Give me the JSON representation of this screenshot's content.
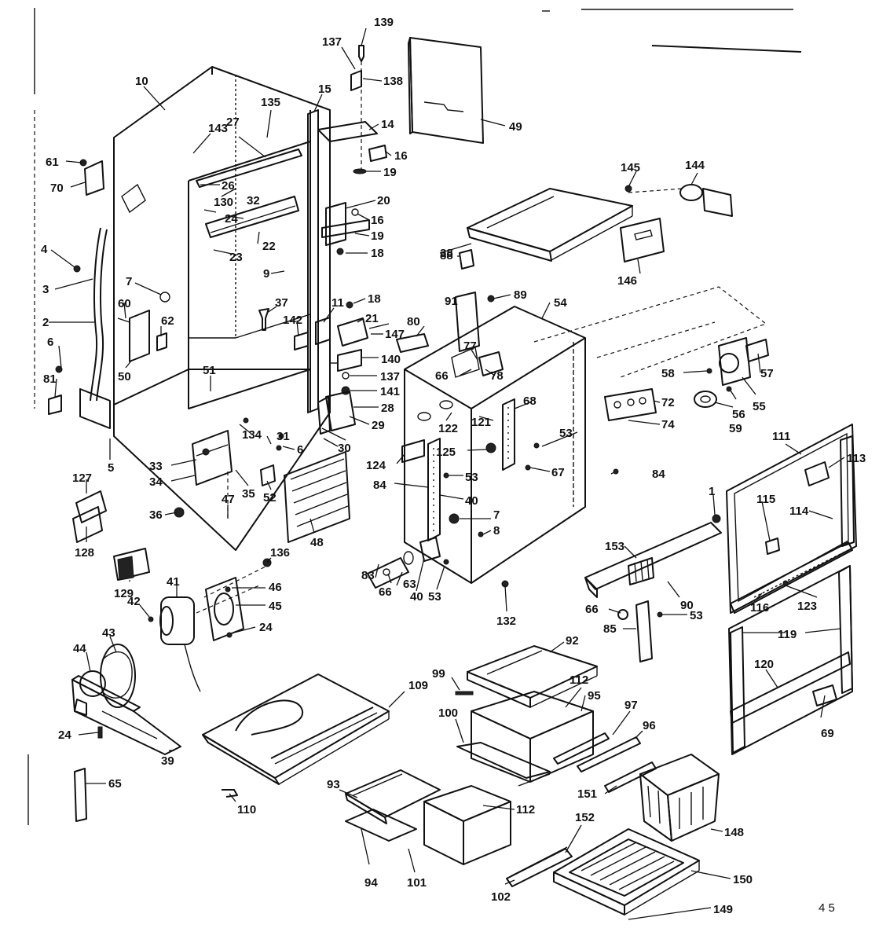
{
  "diagram": {
    "page_number": "4 5",
    "callouts": [
      {
        "id": "c-139",
        "label": "139"
      },
      {
        "id": "c-137a",
        "label": "137"
      },
      {
        "id": "c-138",
        "label": "138"
      },
      {
        "id": "c-10",
        "label": "10"
      },
      {
        "id": "c-15",
        "label": "15"
      },
      {
        "id": "c-14",
        "label": "14"
      },
      {
        "id": "c-16a",
        "label": "16"
      },
      {
        "id": "c-19a",
        "label": "19"
      },
      {
        "id": "c-49",
        "label": "49"
      },
      {
        "id": "c-135",
        "label": "135"
      },
      {
        "id": "c-27",
        "label": "27"
      },
      {
        "id": "c-143",
        "label": "143"
      },
      {
        "id": "c-61",
        "label": "61"
      },
      {
        "id": "c-70",
        "label": "70"
      },
      {
        "id": "c-26",
        "label": "26"
      },
      {
        "id": "c-32",
        "label": "32"
      },
      {
        "id": "c-130",
        "label": "130"
      },
      {
        "id": "c-24a",
        "label": "24"
      },
      {
        "id": "c-22",
        "label": "22"
      },
      {
        "id": "c-23",
        "label": "23"
      },
      {
        "id": "c-20",
        "label": "20"
      },
      {
        "id": "c-16b",
        "label": "16"
      },
      {
        "id": "c-19b",
        "label": "19"
      },
      {
        "id": "c-18a",
        "label": "18"
      },
      {
        "id": "c-38",
        "label": "38"
      },
      {
        "id": "c-145",
        "label": "145"
      },
      {
        "id": "c-144",
        "label": "144"
      },
      {
        "id": "c-146",
        "label": "146"
      },
      {
        "id": "c-4",
        "label": "4"
      },
      {
        "id": "c-3",
        "label": "3"
      },
      {
        "id": "c-7a",
        "label": "7"
      },
      {
        "id": "c-9",
        "label": "9"
      },
      {
        "id": "c-88",
        "label": "88"
      },
      {
        "id": "c-91",
        "label": "91"
      },
      {
        "id": "c-89",
        "label": "89"
      },
      {
        "id": "c-2",
        "label": "2"
      },
      {
        "id": "c-60",
        "label": "60"
      },
      {
        "id": "c-62",
        "label": "62"
      },
      {
        "id": "c-37",
        "label": "37"
      },
      {
        "id": "c-142",
        "label": "142"
      },
      {
        "id": "c-11",
        "label": "11"
      },
      {
        "id": "c-18b",
        "label": "18"
      },
      {
        "id": "c-21",
        "label": "21"
      },
      {
        "id": "c-147",
        "label": "147"
      },
      {
        "id": "c-80",
        "label": "80"
      },
      {
        "id": "c-54",
        "label": "54"
      },
      {
        "id": "c-6a",
        "label": "6"
      },
      {
        "id": "c-50",
        "label": "50"
      },
      {
        "id": "c-81",
        "label": "81"
      },
      {
        "id": "c-140",
        "label": "140"
      },
      {
        "id": "c-137b",
        "label": "137"
      },
      {
        "id": "c-141",
        "label": "141"
      },
      {
        "id": "c-28",
        "label": "28"
      },
      {
        "id": "c-51",
        "label": "51"
      },
      {
        "id": "c-77",
        "label": "77"
      },
      {
        "id": "c-66a",
        "label": "66"
      },
      {
        "id": "c-78",
        "label": "78"
      },
      {
        "id": "c-58",
        "label": "58"
      },
      {
        "id": "c-57",
        "label": "57"
      },
      {
        "id": "c-55",
        "label": "55"
      },
      {
        "id": "c-56",
        "label": "56"
      },
      {
        "id": "c-59",
        "label": "59"
      },
      {
        "id": "c-72",
        "label": "72"
      },
      {
        "id": "c-74",
        "label": "74"
      },
      {
        "id": "c-29",
        "label": "29"
      },
      {
        "id": "c-122",
        "label": "122"
      },
      {
        "id": "c-121",
        "label": "121"
      },
      {
        "id": "c-68",
        "label": "68"
      },
      {
        "id": "c-111",
        "label": "111"
      },
      {
        "id": "c-113",
        "label": "113"
      },
      {
        "id": "c-5",
        "label": "5"
      },
      {
        "id": "c-33",
        "label": "33"
      },
      {
        "id": "c-134",
        "label": "134"
      },
      {
        "id": "c-31",
        "label": "31"
      },
      {
        "id": "c-6b",
        "label": "6"
      },
      {
        "id": "c-30",
        "label": "30"
      },
      {
        "id": "c-53a",
        "label": "53"
      },
      {
        "id": "c-125",
        "label": "125"
      },
      {
        "id": "c-124",
        "label": "124"
      },
      {
        "id": "c-53b",
        "label": "53"
      },
      {
        "id": "c-67",
        "label": "67"
      },
      {
        "id": "c-84a",
        "label": "84"
      },
      {
        "id": "c-127",
        "label": "127"
      },
      {
        "id": "c-34",
        "label": "34"
      },
      {
        "id": "c-35",
        "label": "35"
      },
      {
        "id": "c-52",
        "label": "52"
      },
      {
        "id": "c-84b",
        "label": "84"
      },
      {
        "id": "c-40a",
        "label": "40"
      },
      {
        "id": "c-115",
        "label": "115"
      },
      {
        "id": "c-114",
        "label": "114"
      },
      {
        "id": "c-36",
        "label": "36"
      },
      {
        "id": "c-47",
        "label": "47"
      },
      {
        "id": "c-48",
        "label": "48"
      },
      {
        "id": "c-7b",
        "label": "7"
      },
      {
        "id": "c-8",
        "label": "8"
      },
      {
        "id": "c-1",
        "label": "1"
      },
      {
        "id": "c-128",
        "label": "128"
      },
      {
        "id": "c-83",
        "label": "83"
      },
      {
        "id": "c-153",
        "label": "153"
      },
      {
        "id": "c-136",
        "label": "136"
      },
      {
        "id": "c-66b",
        "label": "66"
      },
      {
        "id": "c-63",
        "label": "63"
      },
      {
        "id": "c-40b",
        "label": "40"
      },
      {
        "id": "c-53c",
        "label": "53"
      },
      {
        "id": "c-116",
        "label": "116"
      },
      {
        "id": "c-123",
        "label": "123"
      },
      {
        "id": "c-129",
        "label": "129"
      },
      {
        "id": "c-46",
        "label": "46"
      },
      {
        "id": "c-45",
        "label": "45"
      },
      {
        "id": "c-41",
        "label": "41"
      },
      {
        "id": "c-42",
        "label": "42"
      },
      {
        "id": "c-24b",
        "label": "24"
      },
      {
        "id": "c-132",
        "label": "132"
      },
      {
        "id": "c-90",
        "label": "90"
      },
      {
        "id": "c-66c",
        "label": "66"
      },
      {
        "id": "c-53d",
        "label": "53"
      },
      {
        "id": "c-119",
        "label": "119"
      },
      {
        "id": "c-43",
        "label": "43"
      },
      {
        "id": "c-85",
        "label": "85"
      },
      {
        "id": "c-92",
        "label": "92"
      },
      {
        "id": "c-44",
        "label": "44"
      },
      {
        "id": "c-120",
        "label": "120"
      },
      {
        "id": "c-99",
        "label": "99"
      },
      {
        "id": "c-109",
        "label": "109"
      },
      {
        "id": "c-112a",
        "label": "112"
      },
      {
        "id": "c-95",
        "label": "95"
      },
      {
        "id": "c-97",
        "label": "97"
      },
      {
        "id": "c-100",
        "label": "100"
      },
      {
        "id": "c-96",
        "label": "96"
      },
      {
        "id": "c-24c",
        "label": "24"
      },
      {
        "id": "c-69",
        "label": "69"
      },
      {
        "id": "c-39",
        "label": "39"
      },
      {
        "id": "c-65",
        "label": "65"
      },
      {
        "id": "c-110",
        "label": "110"
      },
      {
        "id": "c-151",
        "label": "151"
      },
      {
        "id": "c-93",
        "label": "93"
      },
      {
        "id": "c-112b",
        "label": "112"
      },
      {
        "id": "c-152",
        "label": "152"
      },
      {
        "id": "c-148",
        "label": "148"
      },
      {
        "id": "c-94",
        "label": "94"
      },
      {
        "id": "c-101",
        "label": "101"
      },
      {
        "id": "c-102",
        "label": "102"
      },
      {
        "id": "c-150",
        "label": "150"
      },
      {
        "id": "c-149",
        "label": "149"
      }
    ]
  }
}
